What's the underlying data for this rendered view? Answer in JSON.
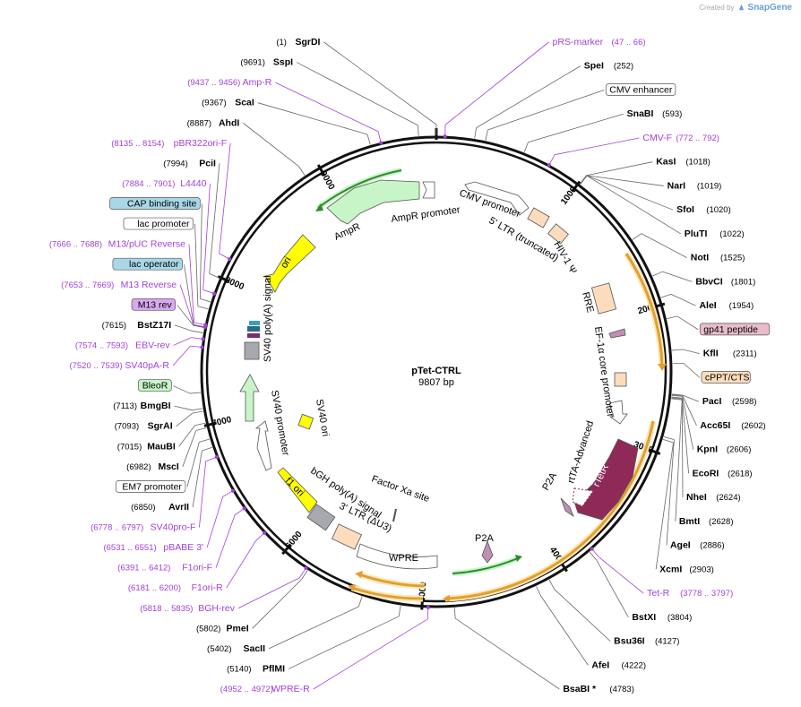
{
  "brand": {
    "created_by": "Created by",
    "name": "SnapGene"
  },
  "plasmid": {
    "name": "pTet-CTRL",
    "length_label": "9807 bp"
  },
  "ticks": [
    {
      "label": "1000",
      "deg": 37
    },
    {
      "label": "2000",
      "deg": 73.4
    },
    {
      "label": "3000",
      "deg": 110.1
    },
    {
      "label": "4000",
      "deg": 146.8
    },
    {
      "label": "5000",
      "deg": 183.5
    },
    {
      "label": "6000",
      "deg": 220.2
    },
    {
      "label": "7000",
      "deg": 256.9
    },
    {
      "label": "8000",
      "deg": 293.6
    },
    {
      "label": "9000",
      "deg": 330.3
    }
  ],
  "sites": [
    {
      "name": "SgrDI",
      "pos": "(1)",
      "side": "L",
      "bold": true,
      "deg": 0
    },
    {
      "name": "SspI",
      "pos": "(9691)",
      "side": "L",
      "bold": true,
      "deg": 355.7
    },
    {
      "name": "Amp-R",
      "pos": "(9437 .. 9456)",
      "side": "L",
      "bold": false,
      "deg": 346.4
    },
    {
      "name": "ScaI",
      "pos": "(9367)",
      "side": "L",
      "bold": true,
      "deg": 343.8
    },
    {
      "name": "AhdI",
      "pos": "(8887)",
      "side": "L",
      "bold": true,
      "deg": 326.2
    },
    {
      "name": "pBR322ori-F",
      "pos": "(8135 .. 8154)",
      "side": "L",
      "bold": false,
      "deg": 298.6
    },
    {
      "name": "PciI",
      "pos": "(7994)",
      "side": "L",
      "bold": true,
      "deg": 293.4
    },
    {
      "name": "L4440",
      "pos": "(7884 .. 7901)",
      "side": "L",
      "bold": false,
      "deg": 289.4
    },
    {
      "name": "CAP binding site",
      "pos": "",
      "side": "L",
      "bold": false,
      "deg": 287.2,
      "box": "blue"
    },
    {
      "name": "lac promoter",
      "pos": "",
      "side": "L",
      "bold": false,
      "deg": 285.4,
      "box": "white"
    },
    {
      "name": "M13/pUC Reverse",
      "pos": "(7666 .. 7688)",
      "side": "L",
      "bold": false,
      "deg": 281.5
    },
    {
      "name": "lac operator",
      "pos": "",
      "side": "L",
      "bold": false,
      "deg": 281.0,
      "box": "blue"
    },
    {
      "name": "M13 Reverse",
      "pos": "(7653 .. 7669)",
      "side": "L",
      "bold": false,
      "deg": 280.9
    },
    {
      "name": "M13 rev",
      "pos": "",
      "side": "L",
      "bold": false,
      "deg": 280.8,
      "box": "violet"
    },
    {
      "name": "BstZ17I",
      "pos": "(7615)",
      "side": "L",
      "bold": true,
      "deg": 279.5
    },
    {
      "name": "EBV-rev",
      "pos": "(7574 .. 7593)",
      "side": "L",
      "bold": false,
      "deg": 278.0
    },
    {
      "name": "SV40pA-R",
      "pos": "(7520 .. 7539)",
      "side": "L",
      "bold": false,
      "deg": 276.0
    },
    {
      "name": "BleoR",
      "pos": "",
      "side": "L",
      "bold": false,
      "deg": 265.0,
      "box": "green"
    },
    {
      "name": "BmgBI",
      "pos": "(7113)",
      "side": "L",
      "bold": true,
      "deg": 261.1
    },
    {
      "name": "SgrAI",
      "pos": "(7093)",
      "side": "L",
      "bold": true,
      "deg": 260.4
    },
    {
      "name": "MauBI",
      "pos": "(7015)",
      "side": "L",
      "bold": true,
      "deg": 257.5
    },
    {
      "name": "MscI",
      "pos": "(6982)",
      "side": "L",
      "bold": true,
      "deg": 256.3
    },
    {
      "name": "EM7 promoter",
      "pos": "",
      "side": "L",
      "bold": false,
      "deg": 253.5,
      "box": "white"
    },
    {
      "name": "AvrII",
      "pos": "(6850)",
      "side": "L",
      "bold": true,
      "deg": 251.4
    },
    {
      "name": "SV40pro-F",
      "pos": "(6778 .. 6797)",
      "side": "L",
      "bold": false,
      "deg": 248.8
    },
    {
      "name": "pBABE 3'",
      "pos": "(6531 .. 6551)",
      "side": "L",
      "bold": false,
      "deg": 239.7
    },
    {
      "name": "F1ori-F",
      "pos": "(6391 .. 6412)",
      "side": "L",
      "bold": false,
      "deg": 234.6
    },
    {
      "name": "F1ori-R",
      "pos": "(6181 .. 6200)",
      "side": "L",
      "bold": false,
      "deg": 226.9
    },
    {
      "name": "BGH-rev",
      "pos": "(5818 .. 5835)",
      "side": "L",
      "bold": false,
      "deg": 213.6
    },
    {
      "name": "PmeI",
      "pos": "(5802)",
      "side": "L",
      "bold": true,
      "deg": 213.0
    },
    {
      "name": "SacII",
      "pos": "(5402)",
      "side": "L",
      "bold": true,
      "deg": 198.3
    },
    {
      "name": "PflMI",
      "pos": "(5140)",
      "side": "L",
      "bold": true,
      "deg": 188.7
    },
    {
      "name": "WPRE-R",
      "pos": "(4952 .. 4972)",
      "side": "L",
      "bold": false,
      "deg": 182.0
    },
    {
      "name": "pRS-marker",
      "pos": "(47 .. 66)",
      "side": "R",
      "bold": false,
      "deg": 2.1
    },
    {
      "name": "SpeI",
      "pos": "(252)",
      "side": "R",
      "bold": true,
      "deg": 9.3
    },
    {
      "name": "CMV enhancer",
      "pos": "",
      "side": "R",
      "bold": false,
      "deg": 12.0,
      "box": "white"
    },
    {
      "name": "SnaBI",
      "pos": "(593)",
      "side": "R",
      "bold": true,
      "deg": 21.8
    },
    {
      "name": "CMV-F",
      "pos": "(772 .. 792)",
      "side": "R",
      "bold": false,
      "deg": 28.6
    },
    {
      "name": "KasI",
      "pos": "(1018)",
      "side": "R",
      "bold": true,
      "deg": 37.4
    },
    {
      "name": "NarI",
      "pos": "(1019)",
      "side": "R",
      "bold": true,
      "deg": 37.4
    },
    {
      "name": "SfoI",
      "pos": "(1020)",
      "side": "R",
      "bold": true,
      "deg": 37.5
    },
    {
      "name": "PluTI",
      "pos": "(1022)",
      "side": "R",
      "bold": true,
      "deg": 37.5
    },
    {
      "name": "NotI",
      "pos": "(1525)",
      "side": "R",
      "bold": true,
      "deg": 56.0
    },
    {
      "name": "BbvCI",
      "pos": "(1801)",
      "side": "R",
      "bold": true,
      "deg": 66.1
    },
    {
      "name": "AleI",
      "pos": "(1954)",
      "side": "R",
      "bold": true,
      "deg": 71.7
    },
    {
      "name": "gp41 peptide",
      "pos": "",
      "side": "R",
      "bold": false,
      "deg": 77.0,
      "box": "pink"
    },
    {
      "name": "KflI",
      "pos": "(2311)",
      "side": "R",
      "bold": true,
      "deg": 84.8
    },
    {
      "name": "cPPT/CTS",
      "pos": "",
      "side": "R",
      "bold": false,
      "deg": 88.0,
      "box": "peach"
    },
    {
      "name": "PacI",
      "pos": "(2598)",
      "side": "R",
      "bold": true,
      "deg": 95.4
    },
    {
      "name": "Acc65I",
      "pos": "(2602)",
      "side": "R",
      "bold": true,
      "deg": 95.5
    },
    {
      "name": "KpnI",
      "pos": "(2606)",
      "side": "R",
      "bold": true,
      "deg": 95.7
    },
    {
      "name": "EcoRI",
      "pos": "(2618)",
      "side": "R",
      "bold": true,
      "deg": 96.1
    },
    {
      "name": "NheI",
      "pos": "(2624)",
      "side": "R",
      "bold": true,
      "deg": 96.3
    },
    {
      "name": "BmtI",
      "pos": "(2628)",
      "side": "R",
      "bold": true,
      "deg": 96.5
    },
    {
      "name": "AgeI",
      "pos": "(2886)",
      "side": "R",
      "bold": true,
      "deg": 105.9
    },
    {
      "name": "XcmI",
      "pos": "(2903)",
      "side": "R",
      "bold": true,
      "deg": 106.6
    },
    {
      "name": "Tet-R",
      "pos": "(3778 .. 3797)",
      "side": "R",
      "bold": false,
      "deg": 138.7
    },
    {
      "name": "BstXI",
      "pos": "(3804)",
      "side": "R",
      "bold": true,
      "deg": 139.6
    },
    {
      "name": "Bsu36I",
      "pos": "(4127)",
      "side": "R",
      "bold": true,
      "deg": 151.5
    },
    {
      "name": "AfeI",
      "pos": "(4222)",
      "side": "R",
      "bold": true,
      "deg": 155.0
    },
    {
      "name": "BsaBI *",
      "pos": "(4783)",
      "side": "R",
      "bold": true,
      "deg": 175.6
    }
  ],
  "features": [
    {
      "name": "CMV promoter",
      "kind": "promoter"
    },
    {
      "name": "5' LTR (truncated)",
      "kind": "ltr"
    },
    {
      "name": "HIV-1 Ψ",
      "kind": "misc"
    },
    {
      "name": "RRE",
      "kind": "misc"
    },
    {
      "name": "EF-1α core promoter",
      "kind": "promoter"
    },
    {
      "name": "rTetR",
      "kind": "cds"
    },
    {
      "name": "rtTA-Advanced",
      "kind": "cds"
    },
    {
      "name": "P2A",
      "kind": "misc"
    },
    {
      "name": "P2A",
      "kind": "misc"
    },
    {
      "name": "Factor Xa site",
      "kind": "misc"
    },
    {
      "name": "WPRE",
      "kind": "misc"
    },
    {
      "name": "3' LTR (ΔU3)",
      "kind": "ltr"
    },
    {
      "name": "bGH poly(A) signal",
      "kind": "terminator"
    },
    {
      "name": "f1 ori",
      "kind": "origin"
    },
    {
      "name": "SV40 promoter",
      "kind": "promoter"
    },
    {
      "name": "SV40 ori",
      "kind": "origin"
    },
    {
      "name": "SV40 poly(A) signal",
      "kind": "terminator"
    },
    {
      "name": "ori",
      "kind": "origin"
    },
    {
      "name": "AmpR",
      "kind": "cds"
    },
    {
      "name": "AmpR promoter",
      "kind": "promoter"
    }
  ],
  "colors": {
    "primer": "#a33fdb",
    "enzyme": "#000000",
    "backbone": "#111111",
    "orange": "#f0a830",
    "green_feature": "#c7f5c7",
    "yellow_origin": "#ffff00",
    "peach": "#fcdcbc",
    "maroon": "#8f2a58",
    "pink": "#d8a8c0",
    "gray": "#a8a8b0"
  }
}
